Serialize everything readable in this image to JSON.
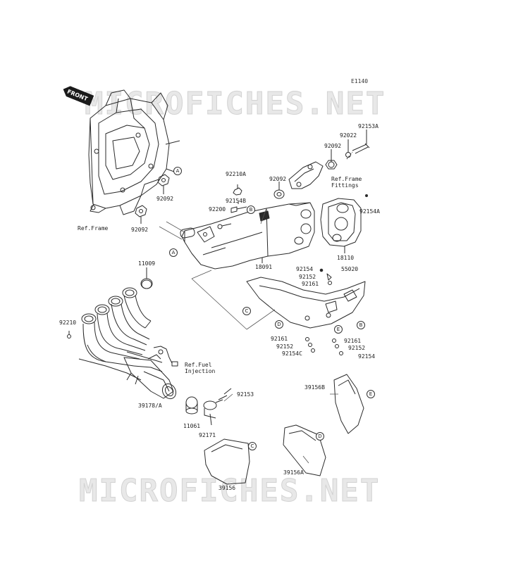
{
  "diagram_code": "E1140",
  "watermark_text": "MICROFICHES.NET",
  "front_label": "FRONT",
  "refs": {
    "frame": "Ref.Frame",
    "frame_fittings": "Ref.Frame\nFittings",
    "fuel_injection": "Ref.Fuel\nInjection"
  },
  "parts": {
    "p92153A": "92153A",
    "p92022": "92022",
    "p92092_top": "92092",
    "p92092_mid": "92092",
    "p92210A": "92210A",
    "p92154B": "92154B",
    "p92200": "92200",
    "p92154A": "92154A",
    "p18110": "18110",
    "p18091": "18091",
    "p92092_left": "92092",
    "p92092_bottom": "92092",
    "p11009": "11009",
    "p92210": "92210",
    "p92154_a": "92154",
    "p55020": "55020",
    "p92152_a": "92152",
    "p92161_a": "92161",
    "p92161_b": "92161",
    "p92161_c": "92161",
    "p92152_b": "92152",
    "p92152_c": "92152",
    "p92154C": "92154C",
    "p92154_b": "92154",
    "p92153": "92153",
    "p39178A": "39178/A",
    "p11061": "11061",
    "p92171": "92171",
    "p39156B": "39156B",
    "p39156A": "39156A",
    "p39156": "39156"
  },
  "callouts": {
    "a1": "A",
    "a2": "A",
    "b1": "B",
    "b2": "B",
    "c1": "C",
    "c2": "C",
    "d1": "D",
    "d2": "D",
    "e1": "E",
    "e2": "E"
  }
}
